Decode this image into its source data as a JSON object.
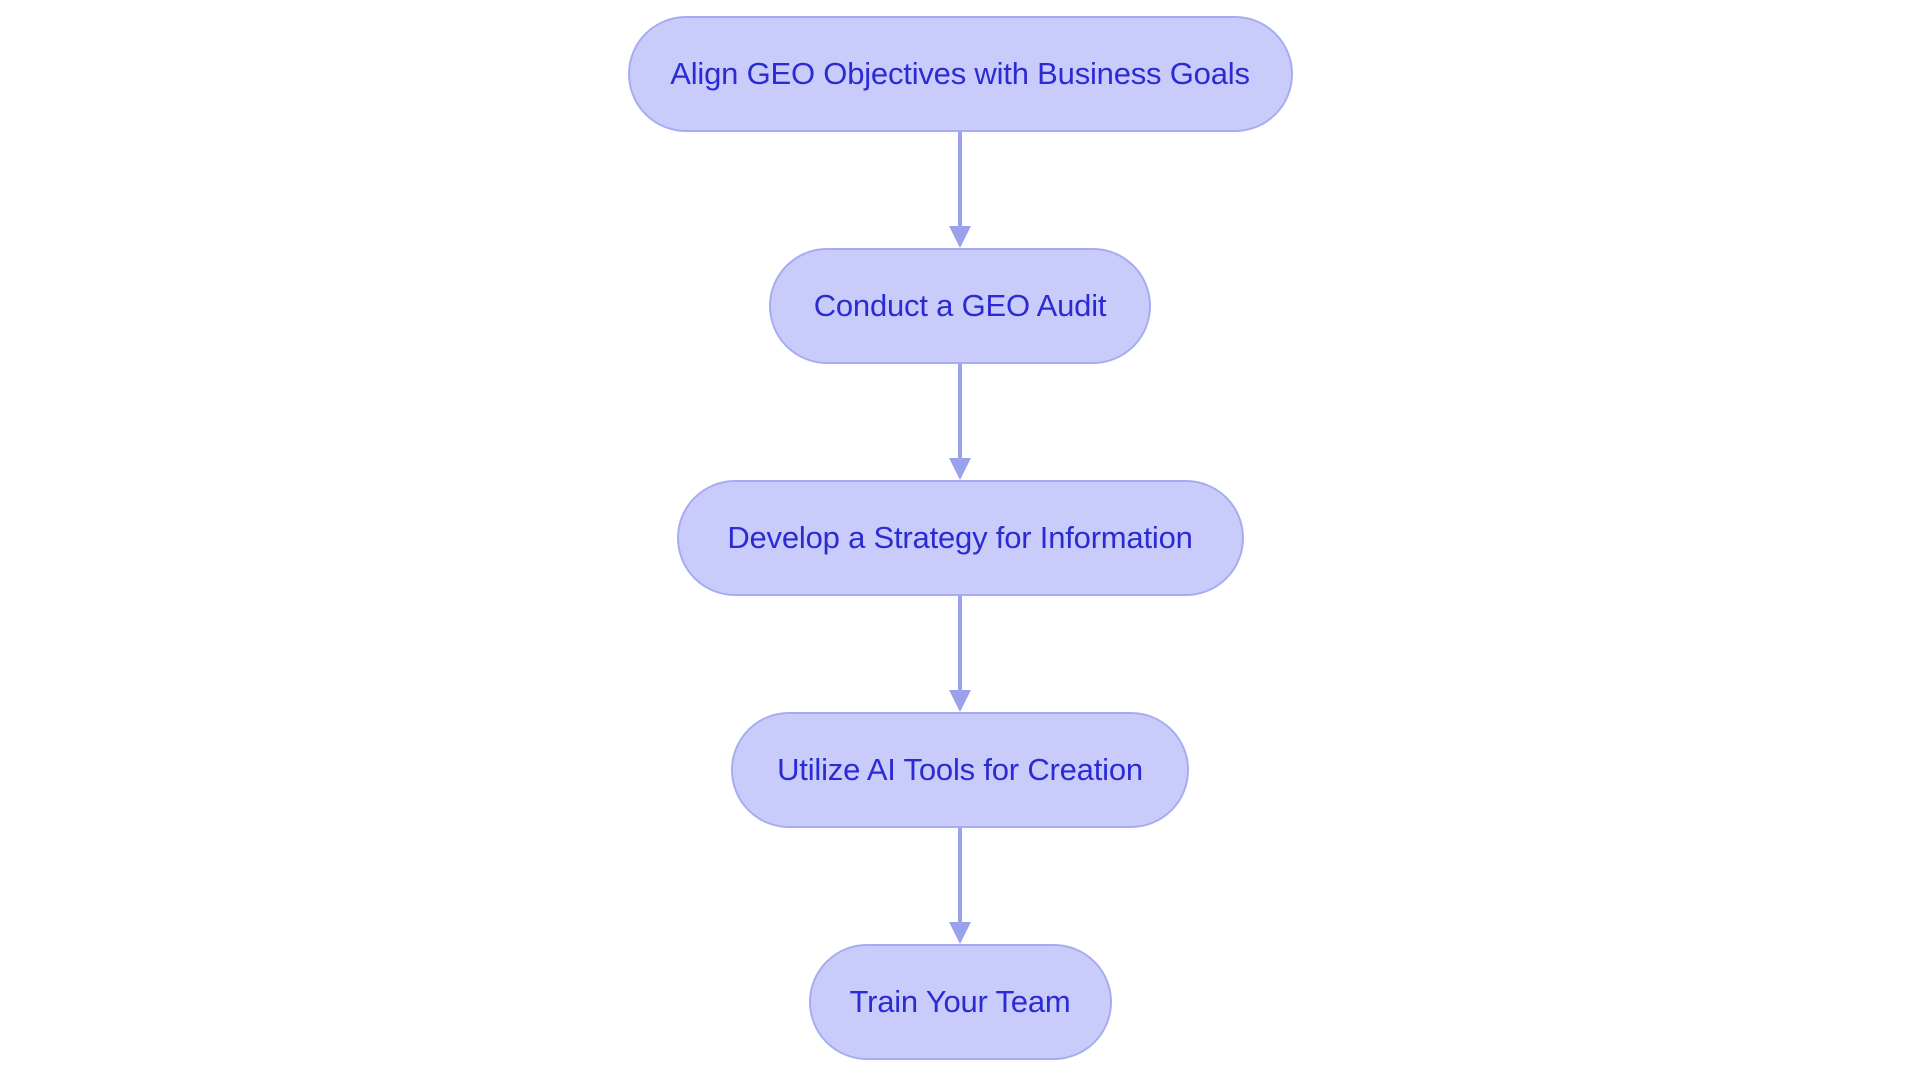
{
  "diagram": {
    "type": "flowchart",
    "orientation": "vertical-top-to-bottom",
    "background_color": "#ffffff",
    "node_fill_color": "#c9ccfb",
    "node_border_color": "#a7acf0",
    "node_text_color": "#2b2bd4",
    "connector_color": "#9aa2ec",
    "node_shape": "stadium",
    "nodes": [
      {
        "id": "step-1",
        "label": "Align GEO Objectives with Business Goals"
      },
      {
        "id": "step-2",
        "label": "Conduct a GEO Audit"
      },
      {
        "id": "step-3",
        "label": "Develop a Strategy for Information"
      },
      {
        "id": "step-4",
        "label": "Utilize AI Tools for Creation"
      },
      {
        "id": "step-5",
        "label": "Train Your Team"
      }
    ],
    "connectors": [
      {
        "id": "arrow-1",
        "from": "step-1",
        "to": "step-2",
        "marker": "arrowhead-down"
      },
      {
        "id": "arrow-2",
        "from": "step-2",
        "to": "step-3",
        "marker": "arrowhead-down"
      },
      {
        "id": "arrow-3",
        "from": "step-3",
        "to": "step-4",
        "marker": "arrowhead-down"
      },
      {
        "id": "arrow-4",
        "from": "step-4",
        "to": "step-5",
        "marker": "arrowhead-down"
      }
    ]
  }
}
